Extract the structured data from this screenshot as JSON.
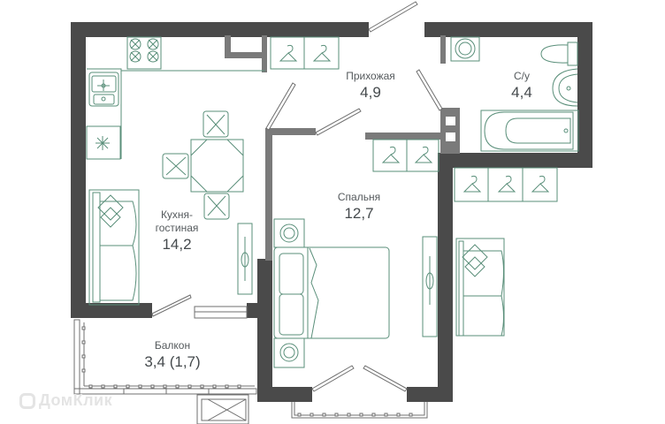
{
  "plan": {
    "type": "apartment-floor-plan",
    "colors": {
      "wall_outer": "#4a4a4a",
      "wall_inner": "#7a7a7a",
      "furniture_stroke": "#5a8f7a",
      "label_text": "#555a5d",
      "background": "#ffffff"
    }
  },
  "rooms": [
    {
      "id": "kitchen-living",
      "name": "Кухня-\nгостиная",
      "name_line1": "Кухня-",
      "name_line2": "гостиная",
      "area": "14,2"
    },
    {
      "id": "hallway",
      "name": "Прихожая",
      "area": "4,9"
    },
    {
      "id": "bathroom",
      "name": "С/у",
      "area": "4,4"
    },
    {
      "id": "bedroom",
      "name": "Спальня",
      "area": "12,7"
    },
    {
      "id": "balcony",
      "name": "Балкон",
      "area": "3,4 (1,7)"
    }
  ],
  "furniture": [
    "stove",
    "kitchen-sink",
    "fridge",
    "dining-table",
    "dining-chair",
    "dining-chair",
    "dining-chair",
    "sofa",
    "tv-stand",
    "wardrobe-hallway",
    "washing-machine",
    "toilet",
    "washbasin",
    "bathtub",
    "wardrobe-bedroom",
    "wardrobe-hall-2",
    "bed",
    "nightstand",
    "nightstand",
    "tv-stand-bedroom",
    "armchair-sofa",
    "ac-unit"
  ],
  "watermark": {
    "text": "ДомКлик"
  }
}
